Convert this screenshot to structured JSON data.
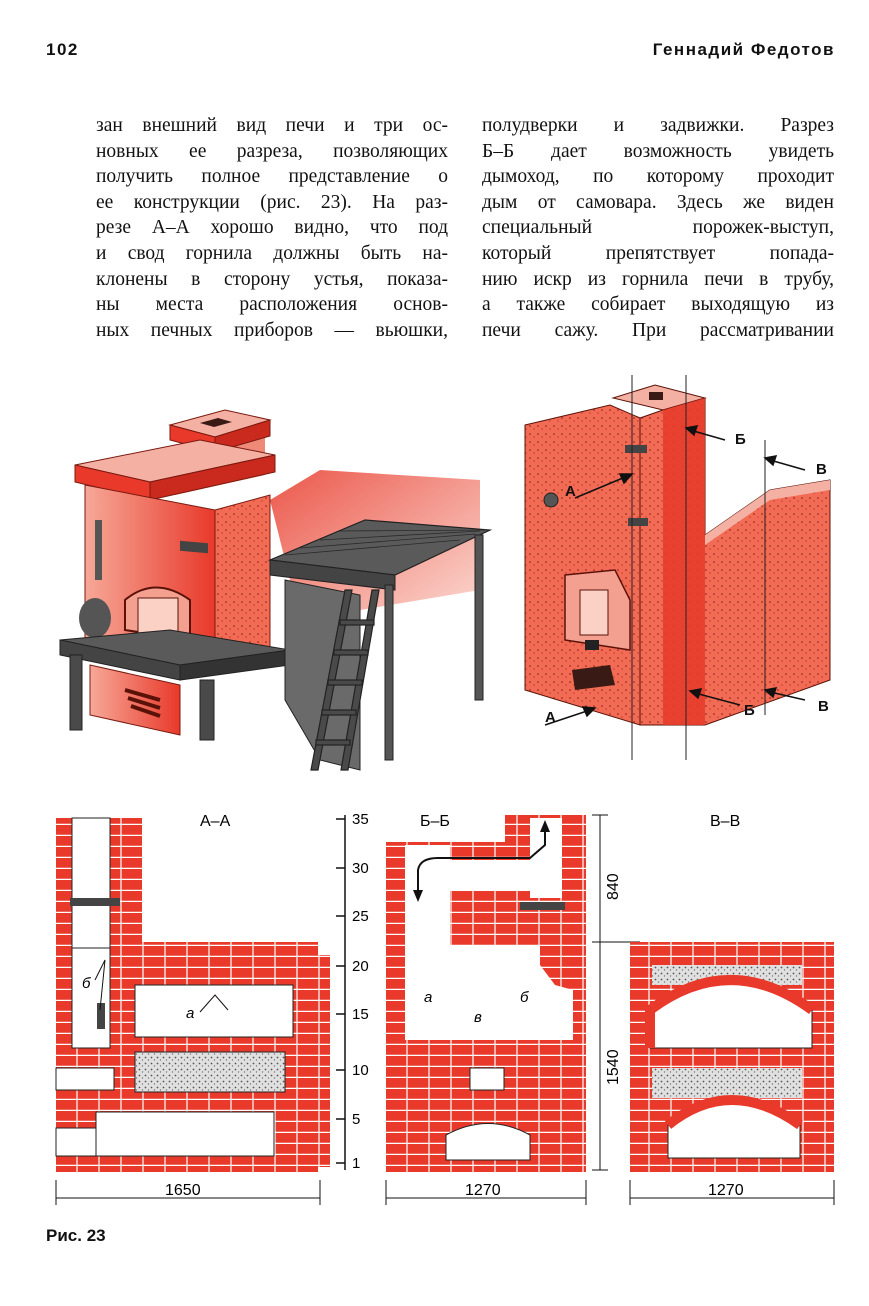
{
  "header": {
    "page_number": "102",
    "author": "Геннадий Федотов"
  },
  "text": {
    "left_lines": [
      "зан внешний вид печи и три ос-",
      "новных ее разреза, позволяющих",
      "получить полное представление о",
      "ее конструкции (рис. 23). На раз-",
      "резе А–А хорошо видно, что под",
      "и свод горнила должны быть на-",
      "клонены в сторону устья, показа-",
      "ны места расположения основ-",
      "ных печных приборов — вьюшки,"
    ],
    "right_lines": [
      "полудверки и задвижки. Разрез",
      "Б–Б дает возможность увидеть",
      "дымоход, по которому проходит",
      "дым от самовара. Здесь же виден",
      "специальный порожек-выступ,",
      "который препятствует попада-",
      "нию искр из горнила печи в трубу,",
      "а также собирает выходящую из",
      "печи сажу. При рассматривании"
    ]
  },
  "figure": {
    "caption": "Рис. 23",
    "section_titles": [
      "А–А",
      "Б–Б",
      "В–В"
    ],
    "section_marks": {
      "a": "А",
      "b": "Б",
      "v": "В"
    },
    "part_labels": {
      "a": "а",
      "b": "б",
      "v": "в"
    },
    "scale_ticks": [
      "35",
      "30",
      "25",
      "20",
      "15",
      "10",
      "5",
      "1"
    ],
    "dimensions": {
      "width_aa": "1650",
      "width_bb": "1270",
      "width_vv": "1270",
      "height_top": "840",
      "height_main": "1540"
    }
  },
  "colors": {
    "brick": "#e8392a",
    "brick_light": "#f08a78",
    "wood": "#4a4a4a",
    "fill_gray": "#d0d0d0"
  }
}
